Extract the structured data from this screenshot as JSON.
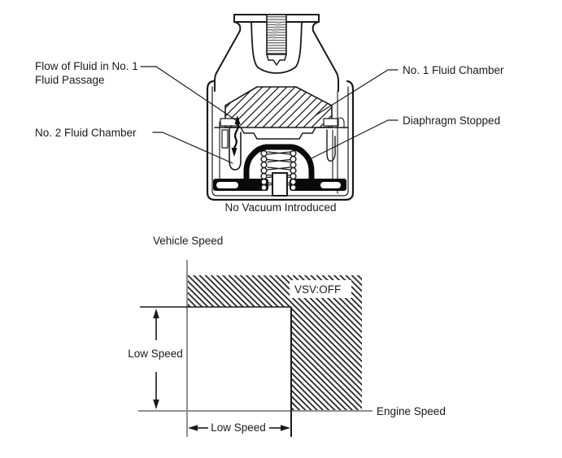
{
  "mount": {
    "flow_label_line1": "Flow of Fluid in No. 1",
    "flow_label_line2": "Fluid Passage",
    "no2_chamber_label": "No. 2 Fluid Chamber",
    "no1_chamber_label": "No. 1 Fluid Chamber",
    "diaphragm_label": "Diaphragm Stopped",
    "caption": "No Vacuum Introduced"
  },
  "graph": {
    "y_axis_label": "Vehicle Speed",
    "x_axis_label": "Engine Speed",
    "region_label": "VSV:OFF",
    "left_range_label": "Low Speed",
    "bottom_range_label": "Low Speed"
  },
  "colors": {
    "ink": "#1a1a1a",
    "axis_gray": "#8f8f8f",
    "background": "#ffffff"
  },
  "chart_data": {
    "type": "area",
    "title": "",
    "xlabel": "Engine Speed",
    "ylabel": "Vehicle Speed",
    "x_axis_qualitative": true,
    "y_axis_qualitative": true,
    "thresholds": {
      "vehicle_speed": "Low Speed",
      "engine_speed": "Low Speed"
    },
    "regions": [
      {
        "name": "VSV:OFF",
        "style": "diagonal-hatch",
        "extent": "vehicle speed above Low Speed threshold OR engine speed above Low Speed threshold"
      },
      {
        "name": "unlabeled low-speed zone",
        "style": "white",
        "extent": "vehicle speed below Low Speed threshold AND engine speed below Low Speed threshold"
      }
    ],
    "grid": false,
    "legend": false
  }
}
